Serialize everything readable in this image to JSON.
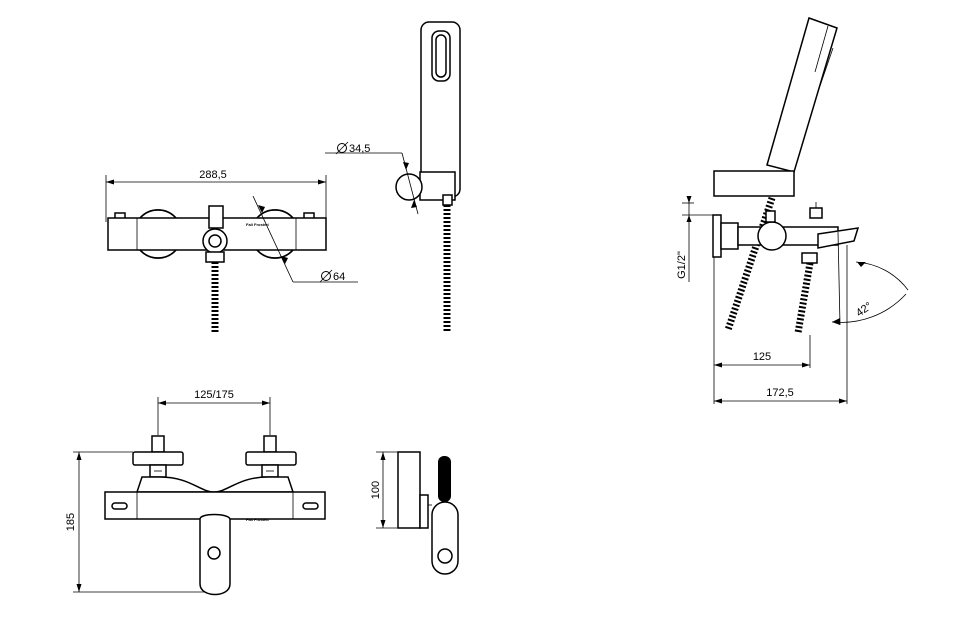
{
  "dimensions": {
    "width_total": "288,5",
    "diameter_handle": "64",
    "diameter_holder": "34,5",
    "connection": "G1/2\"",
    "inlet_spacing": "125/175",
    "height_total": "185",
    "wall_offset": "100",
    "depth_125": "125",
    "depth_total": "172,5",
    "spout_angle": "42°"
  },
  "branding": {
    "logo_text": "Fali Frosted"
  },
  "colors": {
    "line": "#000000",
    "background": "#ffffff"
  }
}
